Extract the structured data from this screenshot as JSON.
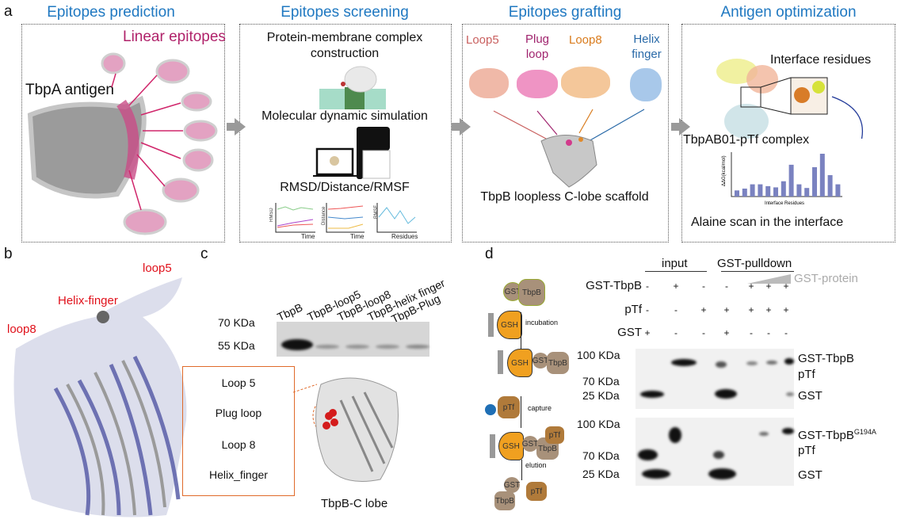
{
  "panel_a": {
    "label": "a",
    "titles": [
      "Epitopes prediction",
      "Epitopes screening",
      "Epitopes grafting",
      "Antigen optimization"
    ],
    "prediction": {
      "linear_epitopes": "Linear epitopes",
      "antigen": "TbpA antigen"
    },
    "screening": {
      "step1": "Protein-membrane complex construction",
      "step2": "Molecular dynamic simulation",
      "step3": "RMSD/Distance/RMSF",
      "mini_plots": [
        {
          "y": "RMSD",
          "x": "Time"
        },
        {
          "y": "Distance",
          "x": "Time"
        },
        {
          "y": "RMSF",
          "x": "Residues"
        }
      ]
    },
    "grafting": {
      "loops": [
        "Loop5",
        "Plug loop",
        "Loop8",
        "Helix finger"
      ],
      "loop_colors": [
        "#c9605f",
        "#a0246e",
        "#d97b1c",
        "#2a6aa8"
      ],
      "scaffold": "TbpB loopless C-lobe scaffold"
    },
    "optimization": {
      "interface": "Interface residues",
      "complex": "TbpAB01-pTf complex",
      "ylabel": "ΔΔG(kcal/mol)",
      "xlabel": "Interface Residues",
      "bar_values": [
        1,
        1.3,
        2,
        2,
        1.7,
        1.5,
        2.5,
        5.2,
        2,
        1.4,
        4.8,
        7,
        3.5,
        2
      ],
      "caption": "Alaine scan in the interface"
    }
  },
  "panel_b": {
    "label": "b",
    "loop5": "loop5",
    "helix": "Helix-finger",
    "loop8": "loop8"
  },
  "panel_c": {
    "label": "c",
    "lanes": [
      "TbpB",
      "TbpB-loop5",
      "TbpB-loop8",
      "TbpB-helix finger",
      "TbpB-Plug loop"
    ],
    "markers": [
      "70 KDa",
      "55 KDa"
    ],
    "band_intensity": [
      1,
      0.35,
      0.35,
      0.35,
      0.4
    ],
    "box_items": [
      "Loop 5",
      "Plug loop",
      "Loop 8",
      "Helix_finger"
    ],
    "structure_label": "TbpB-C lobe"
  },
  "panel_d": {
    "label": "d",
    "schematic": {
      "gst": "GST",
      "tbpb": "TbpB",
      "gsh": "GSH",
      "ptf": "pTf",
      "steps": [
        "incubation",
        "capture",
        "elution"
      ]
    },
    "header": {
      "input": "input",
      "pulldown": "GST-pulldown",
      "gradient": "GST-protein"
    },
    "rows": [
      {
        "name": "GST-TbpB",
        "values": [
          "-",
          "+",
          "-",
          "-",
          "+",
          "+",
          "+"
        ]
      },
      {
        "name": "pTf",
        "values": [
          "-",
          "-",
          "+",
          "+",
          "+",
          "+",
          "+"
        ]
      },
      {
        "name": "GST",
        "values": [
          "+",
          "-",
          "-",
          "+",
          "-",
          "-",
          "-"
        ]
      }
    ],
    "blot1": {
      "markers": [
        "100 KDa",
        "70 KDa",
        "25 KDa"
      ],
      "labels": [
        "GST-TbpB",
        "pTf",
        "GST"
      ]
    },
    "blot2": {
      "markers": [
        "100 KDa",
        "70 KDa",
        "25 KDa"
      ],
      "labels": [
        "GST-TbpB",
        "G194A",
        "pTf",
        "GST"
      ]
    }
  }
}
